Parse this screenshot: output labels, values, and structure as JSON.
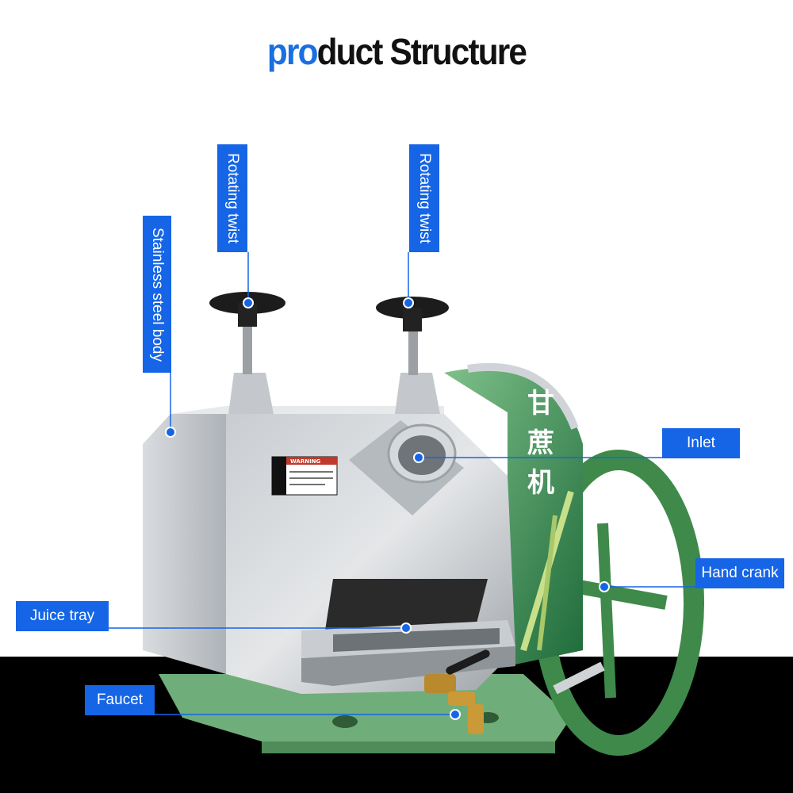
{
  "title": {
    "prefix": "pro",
    "rest": "duct Structure"
  },
  "labels": {
    "stainless_body": "Stainless steel body",
    "rotating_twist_left": "Rotating twist",
    "rotating_twist_right": "Rotating twist",
    "inlet": "Inlet",
    "hand_crank": "Hand crank",
    "juice_tray": "Juice tray",
    "faucet": "Faucet"
  },
  "product": {
    "chinese_text": "甘蔗机",
    "warning_label": "WARNING"
  },
  "colors": {
    "label_blue": "#1565e6",
    "title_accent": "#1a6fe0",
    "base_green": "#5e9e6a",
    "wheel_green": "#3f8a4a",
    "steel": "#b9bdc2"
  }
}
